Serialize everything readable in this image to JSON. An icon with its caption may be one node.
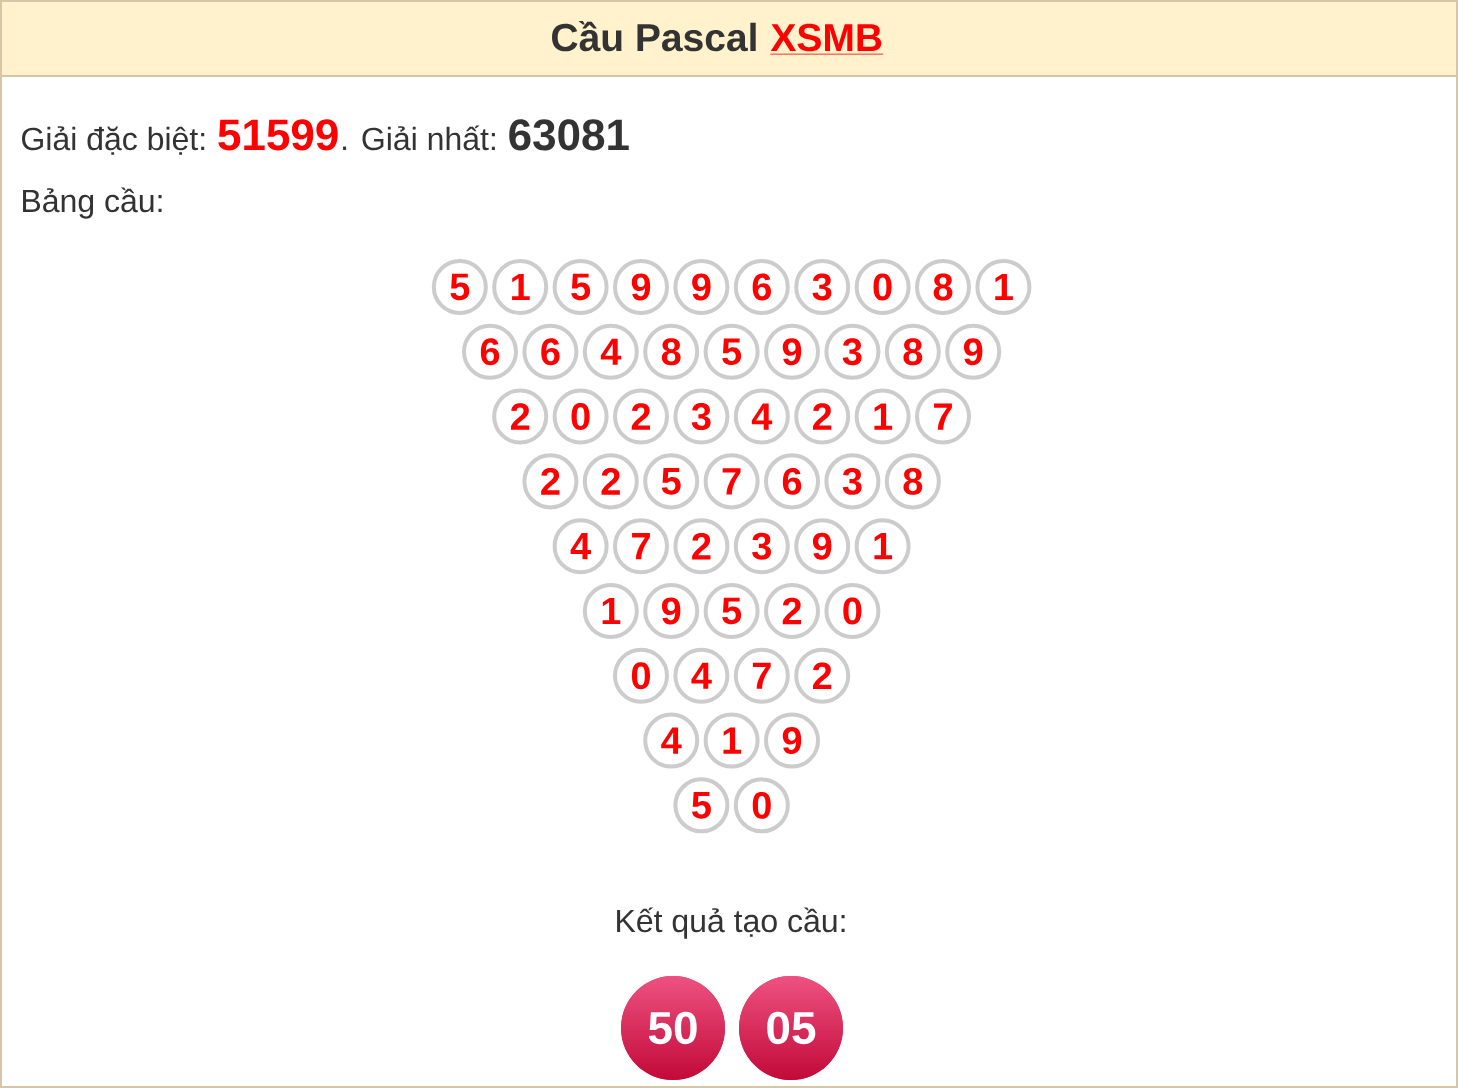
{
  "diagram": {
    "title": "Cầu Pascal",
    "nodes": [
      {
        "text": [
          "5"
        ]
      },
      {
        "text": [
          "1"
        ]
      },
      {
        "text": [
          "5"
        ]
      },
      {
        "text": [
          "9"
        ]
      },
      {
        "text": [
          "9"
        ]
      },
      {
        "text": [
          "6"
        ]
      },
      {
        "text": [
          "3"
        ]
      },
      {
        "text": [
          "0"
        ]
      },
      {
        "text": [
          "8"
        ]
      },
      {
        "text": [
          "1"
        ]
      },
      {
        "text": [
          "6"
        ]
      },
      {
        "text": [
          "6"
        ]
      },
      {
        "text": [
          "4"
        ]
      },
      {
        "text": [
          "8"
        ]
      },
      {
        "text": [
          "5"
        ]
      },
      {
        "text": [
          "9"
        ]
      },
      {
        "text": [
          "3"
        ]
      },
      {
        "text": [
          "8"
        ]
      },
      {
        "text": [
          "9"
        ]
      },
      {
        "text": [
          "2"
        ]
      },
      {
        "text": [
          "0"
        ]
      },
      {
        "text": [
          "2"
        ]
      },
      {
        "text": [
          "3"
        ]
      },
      {
        "text": [
          "4"
        ]
      },
      {
        "text": [
          "2"
        ]
      },
      {
        "text": [
          "1"
        ]
      },
      {
        "text": [
          "7"
        ]
      },
      {
        "text": [
          "2"
        ]
      },
      {
        "text": [
          "2"
        ]
      },
      {
        "text": [
          "5"
        ]
      },
      {
        "text": [
          "7"
        ]
      },
      {
        "text": [
          "6"
        ]
      },
      {
        "text": [
          "3"
        ]
      },
      {
        "text": [
          "8"
        ]
      },
      {
        "text": [
          "4"
        ]
      },
      {
        "text": [
          "7"
        ]
      },
      {
        "text": [
          "2"
        ]
      },
      {
        "text": [
          "3"
        ]
      },
      {
        "text": [
          "9"
        ]
      },
      {
        "text": [
          "1"
        ]
      },
      {
        "text": [
          "1"
        ]
      },
      {
        "text": [
          "9"
        ]
      },
      {
        "text": [
          "5"
        ]
      },
      {
        "text": [
          "2"
        ]
      },
      {
        "text": [
          "0"
        ]
      },
      {
        "text": [
          "0"
        ]
      },
      {
        "text": [
          "4"
        ]
      },
      {
        "text": [
          "7"
        ]
      },
      {
        "text": [
          "2"
        ]
      },
      {
        "text": [
          "4"
        ]
      },
      {
        "text": [
          "1"
        ]
      },
      {
        "text": [
          "9"
        ]
      },
      {
        "text": [
          "5"
        ]
      },
      {
        "text": [
          "0"
        ]
      },
      {
        "text": [
          "50"
        ]
      },
      {
        "text": [
          "05"
        ]
      }
    ],
    "labels": [
      "XSMB",
      "Giải đặc biệt:",
      "51599",
      ". Giải nhất:",
      "63081",
      "Bảng cầu:",
      "Kết quả tạo cầu:"
    ]
  }
}
